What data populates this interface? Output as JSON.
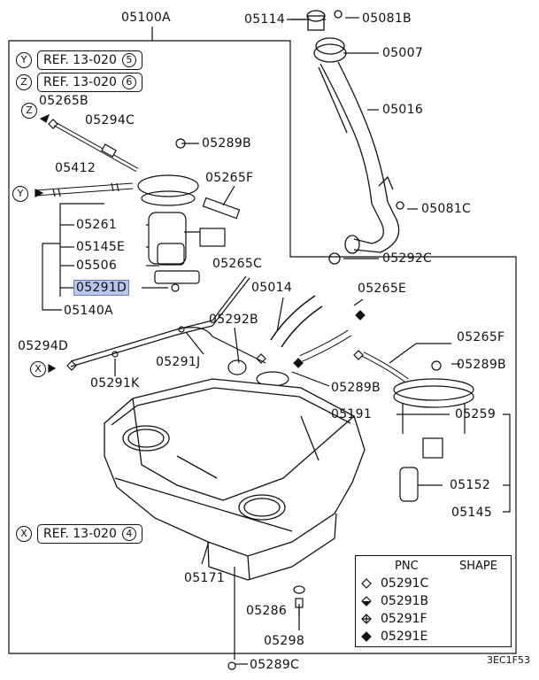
{
  "labels": {
    "l05100A": "05100A",
    "l05114": "05114",
    "l05081B": "05081B",
    "l05007": "05007",
    "l05016": "05016",
    "l05265B": "05265B",
    "l05294C": "05294C",
    "l05289B_top": "05289B",
    "l05412": "05412",
    "l05265F_top": "05265F",
    "l05081C": "05081C",
    "l05261": "05261",
    "l05145E": "05145E",
    "l05506": "05506",
    "l05292C": "05292C",
    "l05265C": "05265C",
    "l05291D": "05291D",
    "l05140A": "05140A",
    "l05014": "05014",
    "l05265E": "05265E",
    "l05292B": "05292B",
    "l05294D": "05294D",
    "l05291J": "05291J",
    "l05265F_right": "05265F",
    "l05289B_right": "05289B",
    "l05291K": "05291K",
    "l05289B_mid": "05289B",
    "l05191": "05191",
    "l05259": "05259",
    "l05152": "05152",
    "l05145": "05145",
    "l05171": "05171",
    "l05286": "05286",
    "l05298": "05298",
    "l05289C": "05289C"
  },
  "refs": {
    "y": {
      "letter": "Y",
      "text": "REF. 13-020",
      "num": "5"
    },
    "z": {
      "letter": "Z",
      "text": "REF. 13-020",
      "num": "6"
    },
    "x": {
      "letter": "X",
      "text": "REF. 13-020",
      "num": "4"
    }
  },
  "markers": {
    "z": "Z",
    "y": "Y",
    "x": "X"
  },
  "legend": {
    "pnc_header": "PNC",
    "shape_header": "SHAPE",
    "rows": [
      {
        "symbol": "diamond-outline-icon",
        "pnc": "05291C"
      },
      {
        "symbol": "diamond-half-icon",
        "pnc": "05291B"
      },
      {
        "symbol": "diamond-cross-icon",
        "pnc": "05291F"
      },
      {
        "symbol": "diamond-filled-icon",
        "pnc": "05291E"
      }
    ]
  },
  "drawing_code": "3EC1F53"
}
